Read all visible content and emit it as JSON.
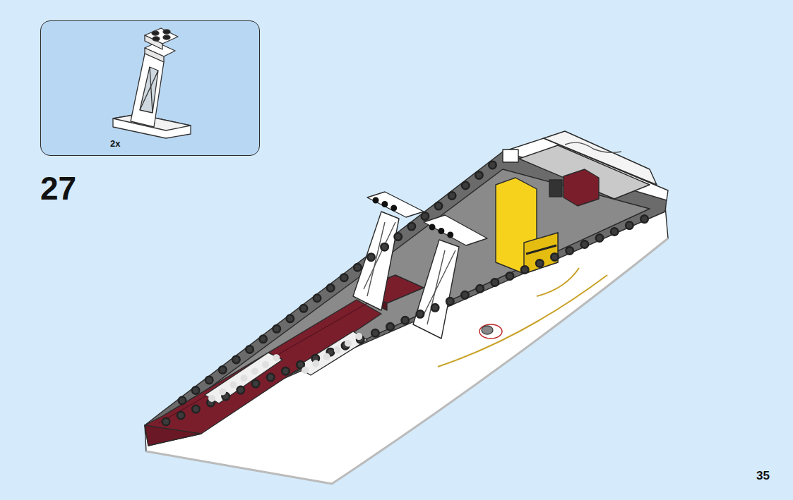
{
  "diagram": {
    "nodes": [
      {
        "text": [
          "2x"
        ]
      }
    ],
    "labels": [
      "27",
      "35"
    ]
  }
}
